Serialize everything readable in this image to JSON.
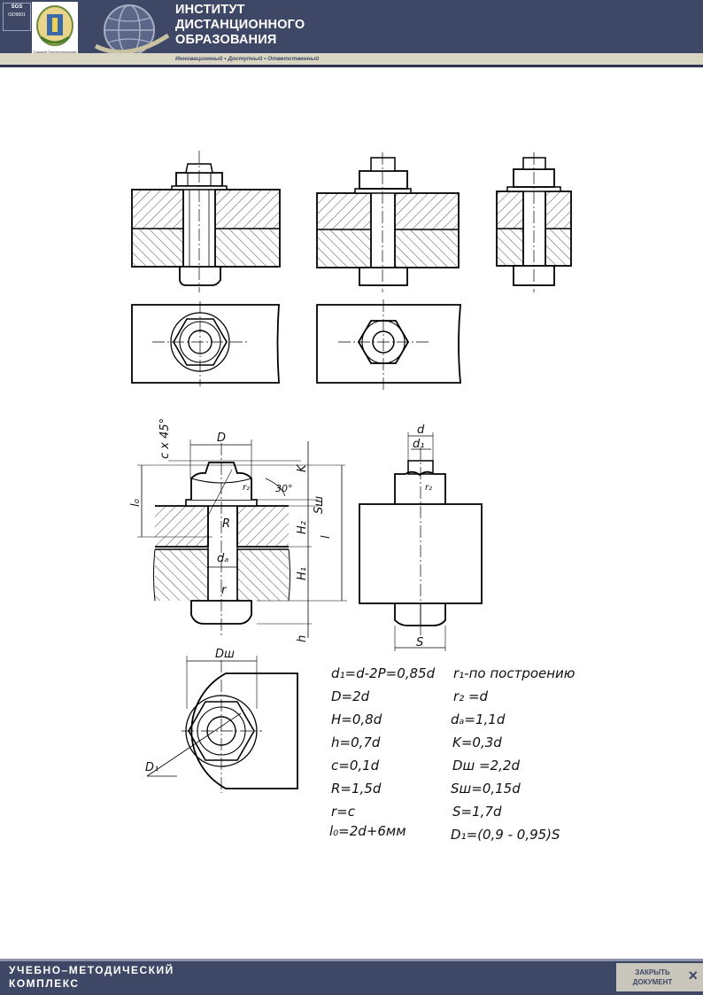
{
  "header": {
    "cert_brand": "SGS",
    "cert_code": "ISO9001",
    "university": "Томский Политехнический Университет",
    "title_lines": [
      "ИНСТИТУТ",
      "ДИСТАНЦИОННОГО",
      "ОБРАЗОВАНИЯ"
    ],
    "motto": "Инновационный • Доступный • Ответственный"
  },
  "drawing": {
    "dim_labels": {
      "chamfer": "c x 45°",
      "D": "D",
      "K": "K",
      "angle30": "30°",
      "r2": "r₂",
      "l0": "l₀",
      "R": "R",
      "Sw": "Sш",
      "H2": "H₂",
      "l": "l",
      "da": "dₐ",
      "H1": "H₁",
      "r": "r",
      "h": "h",
      "d": "d",
      "d1": "d₁",
      "S": "S",
      "Dw": "Dш",
      "D1": "D₁"
    },
    "formulas_left": [
      "d₁=d-2P=0,85d",
      "D=2d",
      "H=0,8d",
      "h=0,7d",
      "c=0,1d",
      "R=1,5d",
      "r=c",
      "l₀=2d+6мм"
    ],
    "formulas_right": [
      "r₁-по построению",
      "r₂ =d",
      "dₐ=1,1d",
      "K=0,3d",
      "Dш =2,2d",
      "Sш=0,15d",
      "S=1,7d",
      "D₁=(0,9 - 0,95)S"
    ]
  },
  "footer": {
    "umk_lines": [
      "УЧЕБНО–МЕТОДИЧЕСКИЙ",
      "КОМПЛЕКС"
    ],
    "close_lines": [
      "ЗАКРЫТЬ",
      "ДОКУМЕНТ"
    ],
    "close_icon": "×"
  },
  "colors": {
    "brand": "#3e4866",
    "band": "#d9d7c4"
  }
}
